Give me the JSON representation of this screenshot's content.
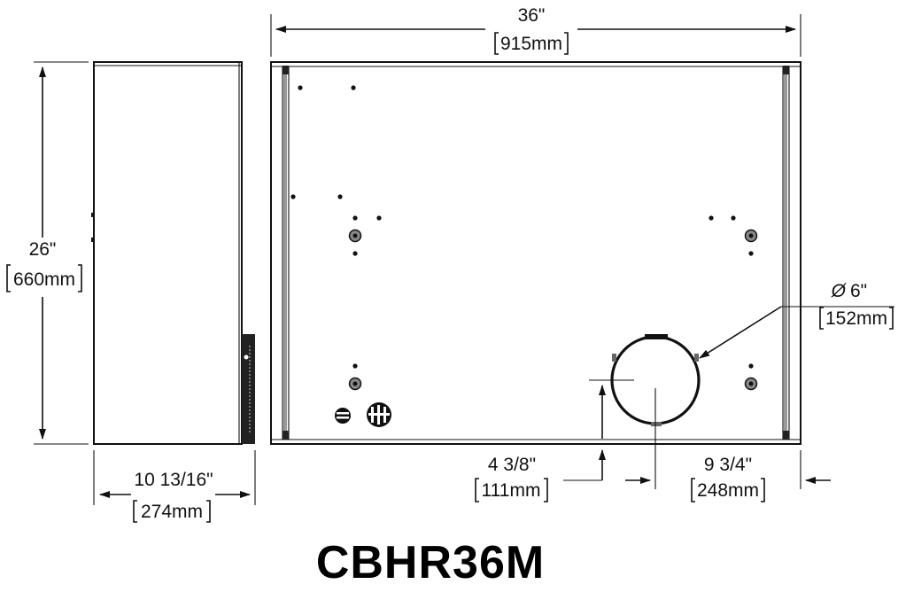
{
  "title": "CBHR36M",
  "dimensions": {
    "width_in": "36\"",
    "width_mm": "915mm",
    "height_in": "26\"",
    "height_mm": "660mm",
    "depth_in": "10 13/16\"",
    "depth_mm": "274mm",
    "duct_diameter_in": "6\"",
    "duct_diameter_mm": "152mm",
    "duct_from_bottom_in": "4 3/8\"",
    "duct_from_bottom_mm": "111mm",
    "duct_from_side_in": "9 3/4\"",
    "duct_from_side_mm": "248mm"
  },
  "symbols": {
    "diameter": "Ø"
  }
}
